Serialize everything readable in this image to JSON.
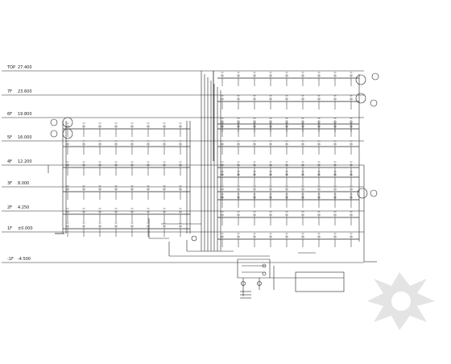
{
  "floors": [
    {
      "level": "TOP",
      "elevation": "27.400"
    },
    {
      "level": "7F",
      "elevation": "23.600"
    },
    {
      "level": "6F",
      "elevation": "19.800"
    },
    {
      "level": "5F",
      "elevation": "16.000"
    },
    {
      "level": "4F",
      "elevation": "12.200"
    },
    {
      "level": "3F",
      "elevation": "8.000"
    },
    {
      "level": "2F",
      "elevation": "4.250"
    },
    {
      "level": "1F",
      "elevation": "±0.000"
    },
    {
      "level": "-1F",
      "elevation": "-4.500"
    }
  ],
  "colors": {
    "line": "#222222",
    "background": "#ffffff",
    "watermark": "#e2e2e2"
  },
  "icons": [
    "valve-icon",
    "pump-icon",
    "tank-icon",
    "watermark-star-icon"
  ]
}
